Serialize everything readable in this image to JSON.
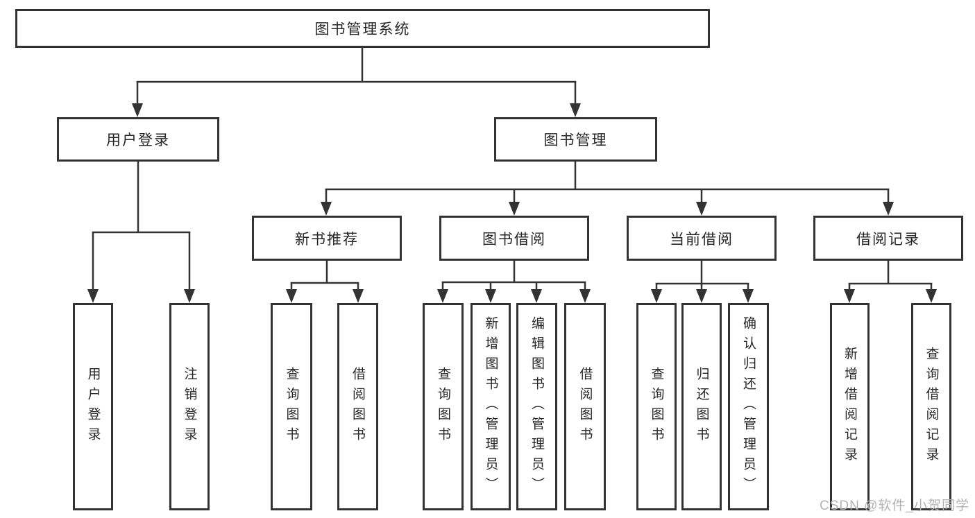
{
  "tree": {
    "label": "图书管理系统",
    "children": [
      {
        "label": "用户登录",
        "children": [
          {
            "label": "用户登录"
          },
          {
            "label": "注销登录"
          }
        ]
      },
      {
        "label": "图书管理",
        "children": [
          {
            "label": "新书推荐",
            "children": [
              {
                "label": "查询图书"
              },
              {
                "label": "借阅图书"
              }
            ]
          },
          {
            "label": "图书借阅",
            "children": [
              {
                "label": "查询图书"
              },
              {
                "label": "新增图书（管理员）"
              },
              {
                "label": "编辑图书（管理员）"
              },
              {
                "label": "借阅图书"
              }
            ]
          },
          {
            "label": "当前借阅",
            "children": [
              {
                "label": "查询图书"
              },
              {
                "label": "归还图书"
              },
              {
                "label": "确认归还（管理员）"
              }
            ]
          },
          {
            "label": "借阅记录",
            "children": [
              {
                "label": "新增借阅记录"
              },
              {
                "label": "查询借阅记录"
              }
            ]
          }
        ]
      }
    ]
  },
  "watermark": "CSDN @软件_小贺同学",
  "colors": {
    "line": "#333333",
    "text": "#262626",
    "watermark": "#b3b3b3",
    "background": "#ffffff"
  }
}
